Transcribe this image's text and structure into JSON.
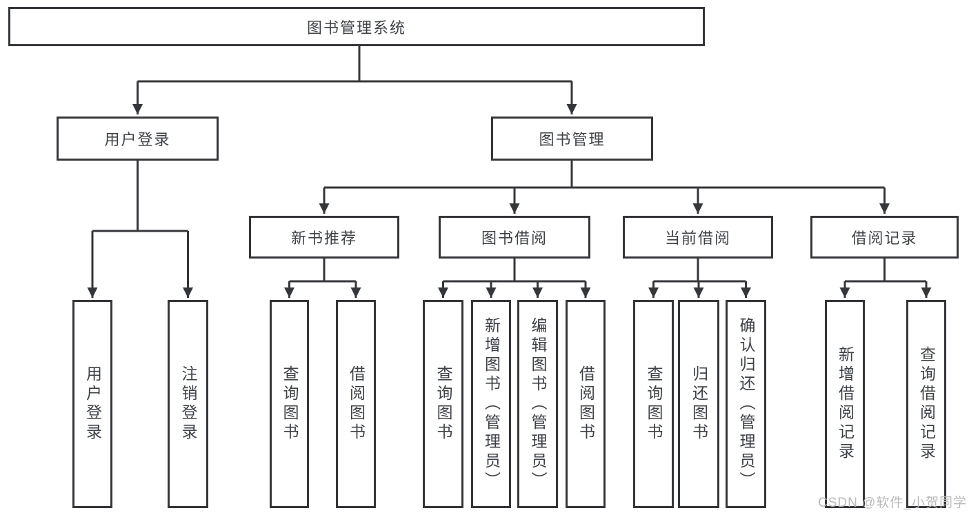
{
  "diagram_title": "图书管理系统",
  "nodes": {
    "root": "图书管理系统",
    "user_login": "用户登录",
    "book_mgmt": "图书管理",
    "new_book_rec": "新书推荐",
    "book_borrow": "图书借阅",
    "current_borrow": "当前借阅",
    "borrow_records": "借阅记录",
    "leaf_user_login": "用户登录",
    "leaf_logout": "注销登录",
    "leaf_nbr_query_books": "查询图书",
    "leaf_nbr_borrow_books": "借阅图书",
    "leaf_bb_query_books": "查询图书",
    "leaf_bb_add_books_admin": "新增图书（管理员）",
    "leaf_bb_edit_books_admin": "编辑图书（管理员）",
    "leaf_bb_borrow_books": "借阅图书",
    "leaf_cb_query_books": "查询图书",
    "leaf_cb_return_books": "归还图书",
    "leaf_cb_confirm_return_admin": "确认归还（管理员）",
    "leaf_br_add_record": "新增借阅记录",
    "leaf_br_query_record": "查询借阅记录"
  },
  "watermark": "CSDN @软件_小贺同学",
  "colors": {
    "line": "#35363a",
    "text": "#3e4147",
    "background": "#ffffff",
    "watermark": "#b9b9b9"
  }
}
